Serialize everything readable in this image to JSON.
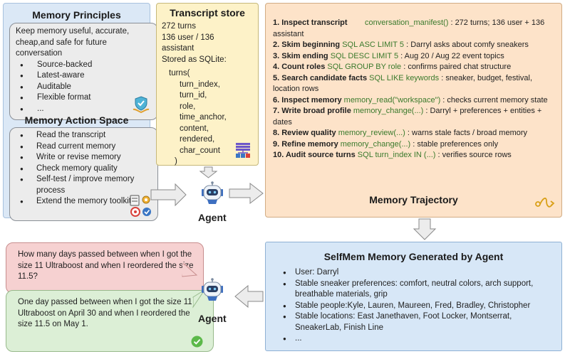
{
  "principles": {
    "title": "Memory Principles",
    "intro": "Keep memory useful, accurate, cheap,and safe for future conversation",
    "items": [
      "Source-backed",
      "Latest-aware",
      "Auditable",
      "Flexible format",
      "..."
    ]
  },
  "action_space": {
    "title": "Memory Action Space",
    "items": [
      "Read the transcript",
      "Read current memory",
      "Write or revise memory",
      "Check memory quality",
      "Self-test / improve memory process",
      "Extend the memory toolkit"
    ]
  },
  "transcript": {
    "title": "Transcript store",
    "line1": "272 turns",
    "line2": "136 user / 136",
    "line3": "assistant",
    "line4": "Stored as SQLite:",
    "code_head": "turns(",
    "fields": [
      "turn_index,",
      "turn_id,",
      "role,",
      "time_anchor,",
      "content,",
      "rendered,",
      "char_count"
    ],
    "code_tail": ")"
  },
  "trajectory": {
    "title": "Memory Trajectory",
    "steps": [
      {
        "label": "1. Inspect transcript",
        "code": "conversation_manifest()",
        "text": ":    272 turns; 136 user + 136 assistant"
      },
      {
        "label": "2. Skim beginning",
        "code": "SQL ASC LIMIT 5",
        "text": ": Darryl asks about comfy sneakers"
      },
      {
        "label": "3. Skim ending",
        "code": "SQL DESC LIMIT 5",
        "text": ": Aug 20 / Aug 22 event topics"
      },
      {
        "label": "4. Count roles",
        "code": "SQL GROUP BY role",
        "text": ": confirms paired chat structure"
      },
      {
        "label": "5. Search candidate facts",
        "code": "SQL LIKE keywords",
        "text": ": sneaker, budget, festival, location rows"
      },
      {
        "label": "6. Inspect memory",
        "code": "memory_read(\"workspace\")",
        "text": ": checks current memory state"
      },
      {
        "label": "7. Write broad profile",
        "code": "memory_change(...)",
        "text": ":  Darryl + preferences + entities + dates"
      },
      {
        "label": "8. Review quality",
        "code": "memory_review(...)",
        "text": ": warns stale facts / broad memory"
      },
      {
        "label": "9. Refine memory",
        "code": "memory_change(...)",
        "text": ": stable preferences only"
      },
      {
        "label": "10. Audit source turns",
        "code": "SQL turn_index IN (...)",
        "text": ": verifies source rows"
      }
    ]
  },
  "agent": {
    "label": "Agent"
  },
  "selfmem": {
    "title": "SelfMem Memory Generated by Agent",
    "items": [
      "User: Darryl",
      "Stable sneaker preferences: comfort, neutral colors, arch support, breathable materials, grip",
      "Stable people:Kyle, Lauren, Maureen, Fred, Bradley, Christopher",
      "Stable locations: East Janethaven, Foot Locker, Montserrat, SneakerLab, Finish Line",
      "..."
    ]
  },
  "question": {
    "text": "How many days passed between when I got the size 11 Ultraboost and when I reordered the size 11.5?"
  },
  "answer": {
    "text": "One day passed between when I got the size 11 Ultraboost on April 30 and when I reordered the size 11.5 on May 1."
  },
  "colors": {
    "principles_bg": "#dbe8f6",
    "transcript_bg": "#fdf2c8",
    "trajectory_bg": "#fde3c9",
    "selfmem_bg": "#d7e7f7",
    "question_bg": "#f6d1d1",
    "answer_bg": "#dcefd6",
    "code_green": "#3a7a2c"
  }
}
